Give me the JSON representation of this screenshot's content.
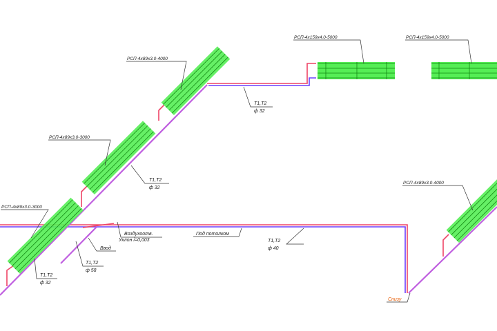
{
  "labels": {
    "coil_top_left": "РСП-4х89х3.0-4000",
    "coil_mid_left": "РСП-4х89х3.0-3000",
    "coil_bottom_left": "РСП-4х89х3.0-3000",
    "coil_top_1": "РСП-4х159х4.0-5000",
    "coil_top_2": "РСП-4х159х4.0-5000",
    "coil_right": "РСП-4х89х3.0-4000",
    "pipe_top": {
      "name": "Т1,Т2",
      "dia": "ф 32"
    },
    "pipe_mid": {
      "name": "Т1,Т2",
      "dia": "ф 32"
    },
    "pipe_bottom_left": {
      "name": "Т1,Т2",
      "dia": "ф 32"
    },
    "pipe_branch": {
      "name": "Т1,Т2",
      "dia": "ф 58"
    },
    "pipe_main": {
      "name": "Т1,Т2",
      "dia": "ф 40"
    },
    "air_vent": "Воздухоотв.",
    "slope": "Уклон i=0,003",
    "inlet": "Ввод",
    "under_ceiling": "Под потолком",
    "bottom_note": "Снизу"
  },
  "colors": {
    "supply": "#ee4466",
    "return": "#6a40ff",
    "coil": "#55ee55",
    "note": "#e8600a"
  }
}
